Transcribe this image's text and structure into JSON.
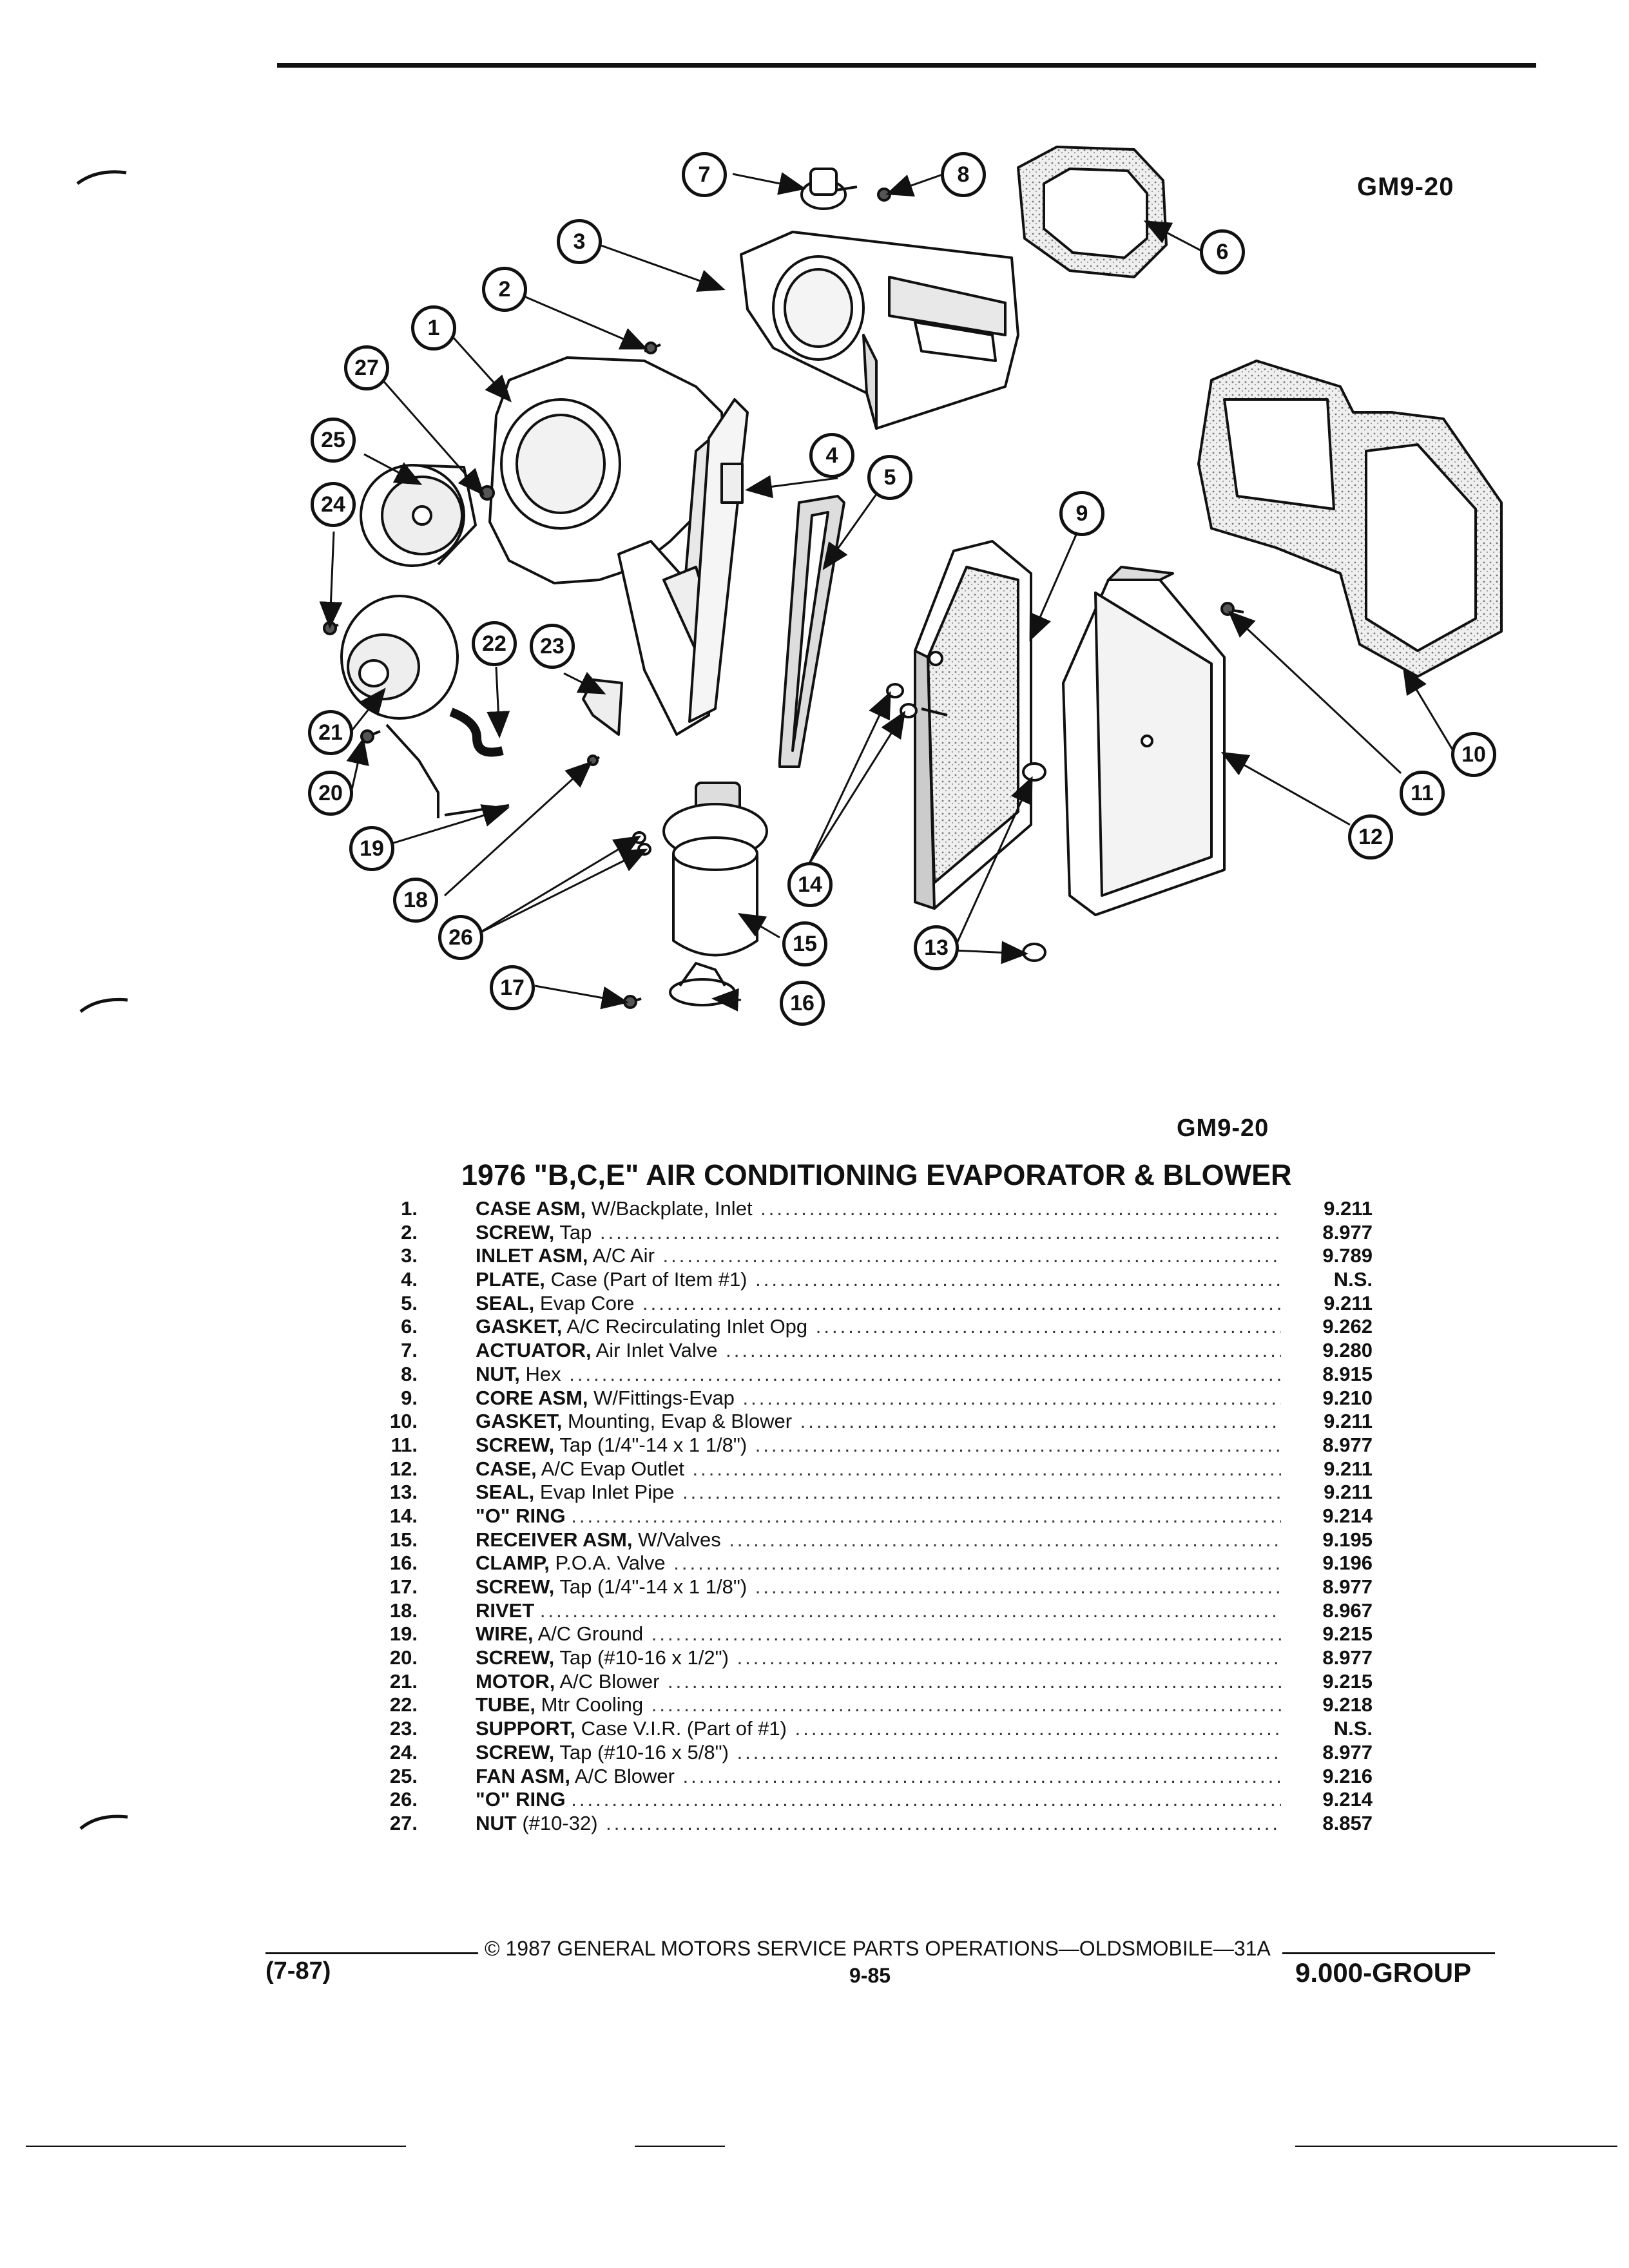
{
  "header": {
    "figure_code": "GM9-20"
  },
  "diagram": {
    "callouts": [
      "1",
      "2",
      "3",
      "4",
      "5",
      "6",
      "7",
      "8",
      "9",
      "10",
      "11",
      "12",
      "13",
      "14",
      "15",
      "16",
      "17",
      "18",
      "19",
      "20",
      "21",
      "22",
      "23",
      "24",
      "25",
      "26",
      "27"
    ]
  },
  "caption": {
    "figure_code": "GM9-20"
  },
  "parts": {
    "title": "1976 \"B,C,E\" AIR CONDITIONING EVAPORATOR & BLOWER",
    "items": [
      {
        "num": "1.",
        "name": "CASE ASM,",
        "detail": "W/Backplate, Inlet",
        "group": "9.211"
      },
      {
        "num": "2.",
        "name": "SCREW,",
        "detail": "Tap",
        "group": "8.977"
      },
      {
        "num": "3.",
        "name": "INLET ASM,",
        "detail": "A/C Air",
        "group": "9.789"
      },
      {
        "num": "4.",
        "name": "PLATE,",
        "detail": "Case (Part of Item #1)",
        "group": "N.S."
      },
      {
        "num": "5.",
        "name": "SEAL,",
        "detail": "Evap Core",
        "group": "9.211"
      },
      {
        "num": "6.",
        "name": "GASKET,",
        "detail": "A/C Recirculating Inlet Opg",
        "group": "9.262"
      },
      {
        "num": "7.",
        "name": "ACTUATOR,",
        "detail": "Air Inlet Valve",
        "group": "9.280"
      },
      {
        "num": "8.",
        "name": "NUT,",
        "detail": "Hex",
        "group": "8.915"
      },
      {
        "num": "9.",
        "name": "CORE ASM,",
        "detail": "W/Fittings-Evap",
        "group": "9.210"
      },
      {
        "num": "10.",
        "name": "GASKET,",
        "detail": "Mounting, Evap & Blower",
        "group": "9.211"
      },
      {
        "num": "11.",
        "name": "SCREW,",
        "detail": "Tap (1/4\"-14 x 1 1/8\")",
        "group": "8.977"
      },
      {
        "num": "12.",
        "name": "CASE,",
        "detail": "A/C Evap Outlet",
        "group": "9.211"
      },
      {
        "num": "13.",
        "name": "SEAL,",
        "detail": "Evap Inlet Pipe",
        "group": "9.211"
      },
      {
        "num": "14.",
        "name": "\"O\" RING",
        "detail": "",
        "group": "9.214"
      },
      {
        "num": "15.",
        "name": "RECEIVER ASM,",
        "detail": "W/Valves",
        "group": "9.195"
      },
      {
        "num": "16.",
        "name": "CLAMP,",
        "detail": "P.O.A. Valve",
        "group": "9.196"
      },
      {
        "num": "17.",
        "name": "SCREW,",
        "detail": "Tap (1/4\"-14 x 1 1/8\")",
        "group": "8.977"
      },
      {
        "num": "18.",
        "name": "RIVET",
        "detail": "",
        "group": "8.967"
      },
      {
        "num": "19.",
        "name": "WIRE,",
        "detail": "A/C Ground",
        "group": "9.215"
      },
      {
        "num": "20.",
        "name": "SCREW,",
        "detail": "Tap (#10-16 x 1/2\")",
        "group": "8.977"
      },
      {
        "num": "21.",
        "name": "MOTOR,",
        "detail": "A/C Blower",
        "group": "9.215"
      },
      {
        "num": "22.",
        "name": "TUBE,",
        "detail": "Mtr Cooling",
        "group": "9.218"
      },
      {
        "num": "23.",
        "name": "SUPPORT,",
        "detail": "Case V.I.R. (Part of #1)",
        "group": "N.S."
      },
      {
        "num": "24.",
        "name": "SCREW,",
        "detail": "Tap (#10-16 x 5/8\")",
        "group": "8.977"
      },
      {
        "num": "25.",
        "name": "FAN ASM,",
        "detail": "A/C Blower",
        "group": "9.216"
      },
      {
        "num": "26.",
        "name": "\"O\" RING",
        "detail": "",
        "group": "9.214"
      },
      {
        "num": "27.",
        "name": "NUT",
        "detail": "(#10-32)",
        "group": "8.857"
      }
    ]
  },
  "footer": {
    "revision": "(7-87)",
    "copyright": "© 1987 GENERAL MOTORS SERVICE PARTS OPERATIONS—OLDSMOBILE—31A",
    "page": "9-85",
    "group": "9.000-GROUP"
  },
  "colors": {
    "ink": "#111111",
    "paper": "#ffffff",
    "gasket_fill": "#e2e2e2"
  }
}
